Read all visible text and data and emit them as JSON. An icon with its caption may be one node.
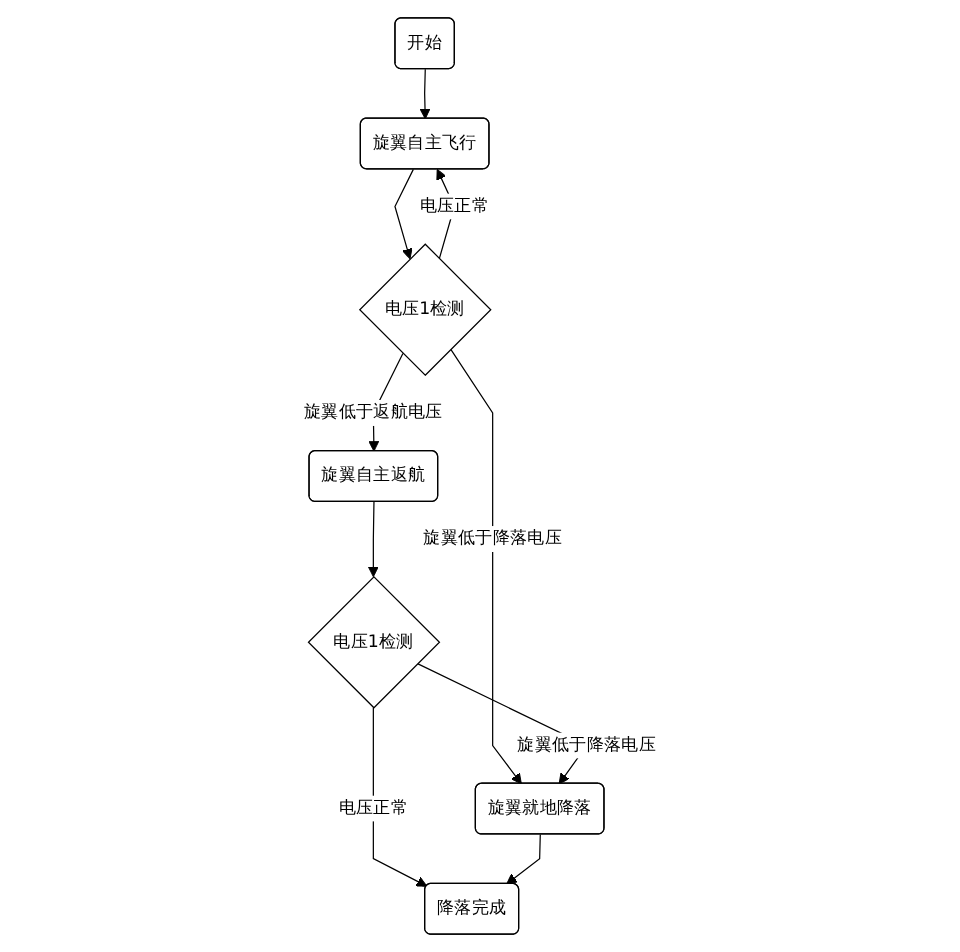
{
  "diagram": {
    "nodes": [
      {
        "text": [
          "开始"
        ]
      },
      {
        "text": [
          "旋翼自主飞行"
        ]
      },
      {
        "text": [
          "电压1检测"
        ]
      },
      {
        "text": [
          "旋翼自主返航"
        ]
      },
      {
        "text": [
          "电压1检测"
        ]
      },
      {
        "text": [
          "旋翼就地降落"
        ]
      },
      {
        "text": [
          "降落完成"
        ]
      }
    ],
    "edges": [
      {
        "from": 0,
        "to": 1,
        "arrow": "to"
      },
      {
        "from": 1,
        "to": 2,
        "arrow": "to"
      },
      {
        "from": 2,
        "to": 1,
        "arrow": "to",
        "label": "电压正常"
      },
      {
        "from": 2,
        "to": 3,
        "arrow": "to",
        "label": "旋翼低于返航电压"
      },
      {
        "from": 2,
        "to": 5,
        "arrow": "to",
        "label": "旋翼低于降落电压"
      },
      {
        "from": 3,
        "to": 4,
        "arrow": "to"
      },
      {
        "from": 4,
        "to": 5,
        "arrow": "to",
        "label": "旋翼低于降落电压"
      },
      {
        "from": 4,
        "to": 6,
        "arrow": "to",
        "label": "电压正常"
      },
      {
        "from": 5,
        "to": 6,
        "arrow": "to"
      }
    ]
  }
}
